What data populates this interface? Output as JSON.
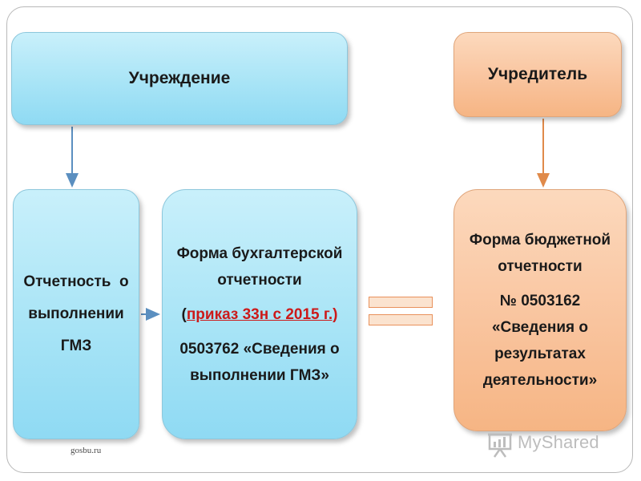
{
  "institution": {
    "label": "Учреждение"
  },
  "founder": {
    "label": "Учредитель"
  },
  "report_box": {
    "lines": [
      "Отчетность  о",
      "выполнении",
      "ГМЗ"
    ]
  },
  "accounting_box": {
    "line1": "Форма бухгалтерской",
    "line2": "отчетности",
    "order_open": "(",
    "order_text": "приказ 33н с 2015 г.)",
    "line4": "0503762 «Сведения о",
    "line5": "выполнении ГМЗ»"
  },
  "budget_box": {
    "line1": "Форма бюджетной",
    "line2": "отчетности",
    "line3": "№ 0503162",
    "line4": "«Сведения о",
    "line5": "результатах",
    "line6": "деятельности»"
  },
  "footer": {
    "source": "gosbu.ru"
  },
  "watermark": {
    "text": "MyShared"
  },
  "colors": {
    "blue_fill": "#a8e4f6",
    "orange_fill": "#f9c49e",
    "blue_arrow": "#5b8fc0",
    "orange_arrow": "#e08a4a",
    "order_red": "#cc1a1a"
  }
}
